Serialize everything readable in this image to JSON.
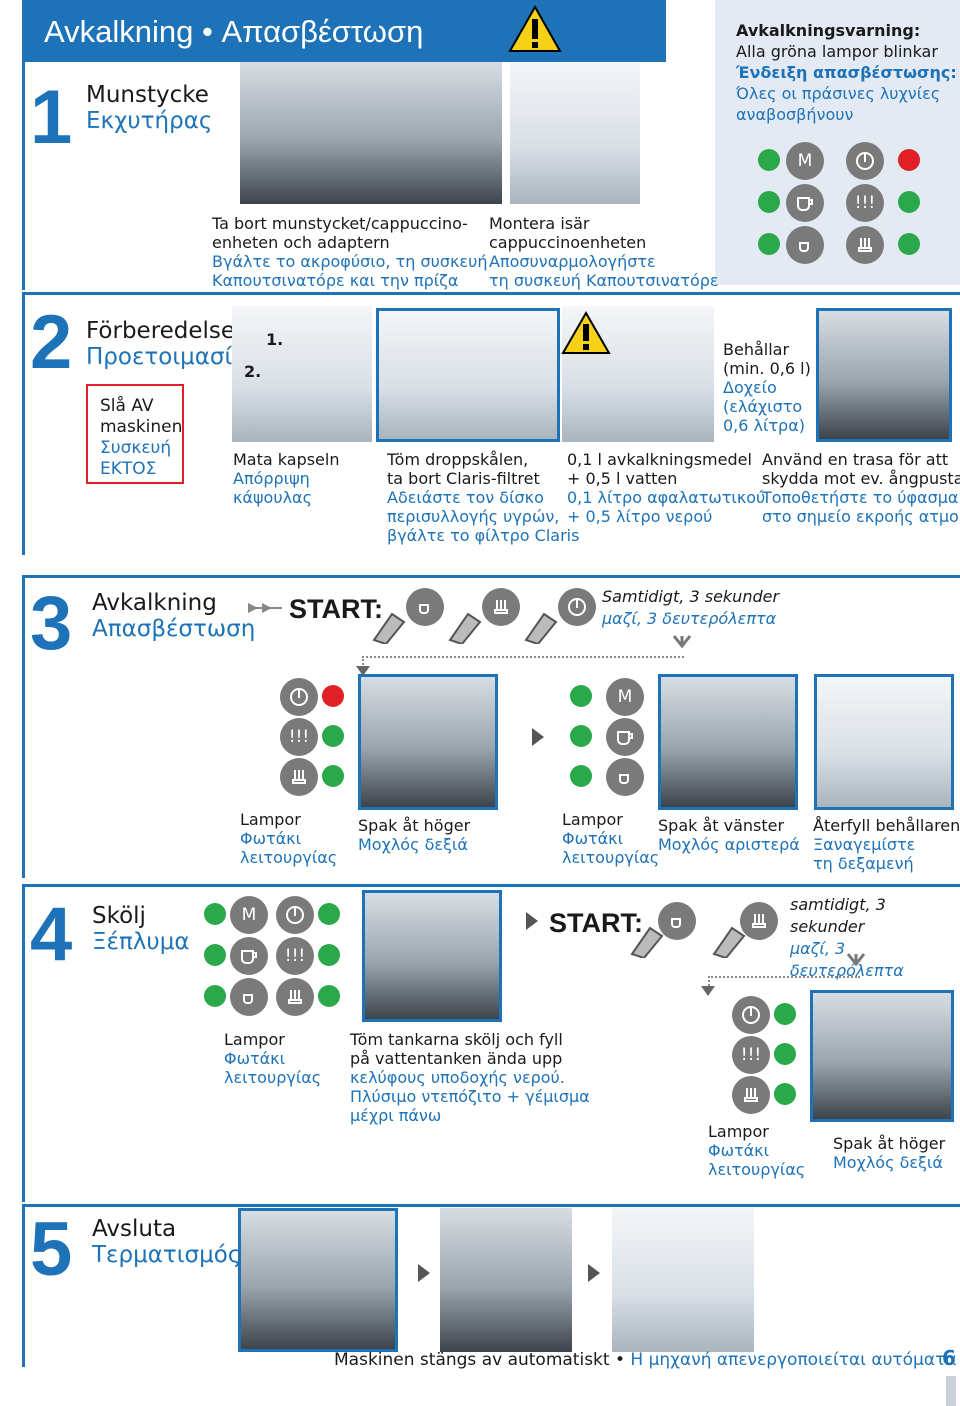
{
  "header": {
    "title_sv": "Avkalkning",
    "bullet": "•",
    "title_el": "Απασβέστωση"
  },
  "warning": {
    "l1": "Avkalkningsvarning:",
    "l2": "Alla gröna lampor blinkar",
    "l3": "Ένδειξη απασβέστωσης:",
    "l4": "Όλες οι πράσινες λυχνίες",
    "l5": "αναβοσβήνουν"
  },
  "s1": {
    "num": "1",
    "title_sv": "Munstycke",
    "title_el": "Εκχυτήρας",
    "c1": {
      "sv1": "Ta bort munstycket/cappuccino-",
      "sv2": "enheten och adaptern",
      "el1": "Βγάλτε το ακροφύσιο, τη συσκευή",
      "el2": "Καπουτσινατόρε και την πρίζα"
    },
    "c2": {
      "sv1": "Montera isär",
      "sv2": "cappuccinoenheten",
      "el1": "Αποσυναρμολογήστε",
      "el2": "τη συσκευή Καπουτσινατόρε"
    }
  },
  "s2": {
    "num": "2",
    "title_sv": "Förberedelser",
    "title_el": "Προετοιμασία",
    "off": {
      "sv1": "Slå AV",
      "sv2": "maskinen",
      "el1": "Συσκευή",
      "el2": "ΕΚΤΟΣ"
    },
    "steps": {
      "one": "1.",
      "two": "2."
    },
    "c1": {
      "sv": "Mata kapseln",
      "el1": "Απόρριψη",
      "el2": "κάψουλας"
    },
    "c2": {
      "sv1": "Töm droppskålen,",
      "sv2": "ta bort Claris-filtret",
      "el1": "Αδειάστε τον δίσκο",
      "el2": "περισυλλογής υγρών,",
      "el3": "βγάλτε το φίλτρο Claris"
    },
    "c3": {
      "sv1": "0,1 l avkalkningsmedel",
      "sv2": "+ 0,5 l vatten",
      "el1": "0,1 λίτρο αφαλατωτικού",
      "el2": "+ 0,5 λίτρο νερού"
    },
    "c4": {
      "sv1": "Behållar",
      "sv2": "(min. 0,6 l)",
      "el1": "Δοχείο",
      "el2": "(ελάχιστο",
      "el3": "0,6 λίτρα)"
    },
    "c5": {
      "sv1": "Använd en trasa för att",
      "sv2": "skydda mot ev. ångpustar",
      "el1": "Τοποθετήστε το ύφασμα",
      "el2": "στο σημείο εκροής ατμού"
    }
  },
  "s3": {
    "num": "3",
    "title_sv": "Avkalkning",
    "title_el": "Απασβέστωση",
    "start": "START:",
    "simul_sv": "Samtidigt, 3 sekunder",
    "simul_el": "μαζί, 3 δευτερόλεπτα",
    "lamp1": {
      "sv": "Lampor",
      "el1": "Φωτάκι",
      "el2": "λειτουργίας"
    },
    "spak1": {
      "sv": "Spak åt höger",
      "el": "Μοχλός δεξιά"
    },
    "lamp2": {
      "sv": "Lampor",
      "el1": "Φωτάκι",
      "el2": "λειτουργίας"
    },
    "spak2": {
      "sv": "Spak åt vänster",
      "el": "Μοχλός αριστερά"
    },
    "refill": {
      "sv": "Återfyll behållaren",
      "el1": "Ξαναγεμίστε",
      "el2": "τη δεξαμενή"
    }
  },
  "s4": {
    "num": "4",
    "title_sv": "Skölj",
    "title_el": "Ξέπλυμα",
    "start": "START:",
    "simul_sv": "samtidigt, 3 sekunder",
    "simul_el": "μαζί, 3 δευτερόλεπτα",
    "lamp1": {
      "sv": "Lampor",
      "el1": "Φωτάκι",
      "el2": "λειτουργίας"
    },
    "tank": {
      "sv1": "Töm tankarna skölj och fyll",
      "sv2": "på vattentanken ända upp",
      "el1": "κελύφους υποδοχής νερού.",
      "el2": "Πλύσιμο ντεπόζιτο + γέμισμα",
      "el3": "μέχρι πάνω"
    },
    "lamp2": {
      "sv": "Lampor",
      "el1": "Φωτάκι",
      "el2": "λειτουργίας"
    },
    "spak": {
      "sv": "Spak åt höger",
      "el": "Μοχλός δεξιά"
    }
  },
  "s5": {
    "num": "5",
    "title_sv": "Avsluta",
    "title_el": "Τερματισμός"
  },
  "footer": {
    "sv": "Maskinen stängs av automatiskt",
    "bullet": "•",
    "el": "Η μηχανή απενεργοποιείται αυτόματα",
    "page": "6"
  },
  "buttons": {
    "m": "M",
    "excl": "!!!"
  },
  "colors": {
    "accent": "#1e73b8",
    "lamp_green": "#2aa84a",
    "lamp_red": "#e01f26",
    "button_grey": "#7a7a7a",
    "warn_bg": "#e4eaf3"
  }
}
